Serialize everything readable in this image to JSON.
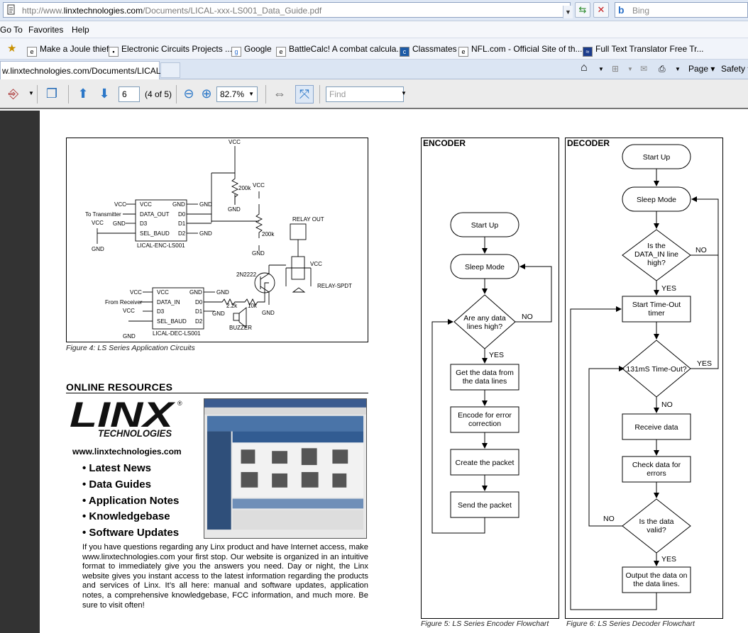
{
  "browser": {
    "address_prefix": "http://www.",
    "address_domain": "linxtechnologies.com",
    "address_path": "/Documents/LICAL-xxx-LS001_Data_Guide.pdf",
    "search_placeholder": "Bing",
    "menu": [
      "Go To",
      "Favorites",
      "Help"
    ],
    "favorites": [
      "Make a Joule thief",
      "Electronic Circuits Projects ...",
      "Google",
      "BattleCalc! A combat calcula...",
      "Classmates",
      "NFL.com - Official Site of th...",
      "Full Text Translator  Free Tr..."
    ],
    "tab_title": "w.linxtechnologies.com/Documents/LICAL-x...",
    "commands": {
      "page": "Page",
      "safety": "Safety"
    }
  },
  "pdf_toolbar": {
    "page_number": "6",
    "page_count": "(4 of 5)",
    "zoom": "82.7%",
    "find_placeholder": "Find"
  },
  "figure4": {
    "caption": "Figure 4: LS Series Application Circuits",
    "labels": {
      "vcc": "VCC",
      "gnd": "GND",
      "r200k": "200k",
      "r22k": "2.2k",
      "r10k": "10k",
      "relay_out": "RELAY OUT",
      "relay_spdt": "RELAY-SPDT",
      "transistor": "2N2222",
      "buzzer": "BUZZER",
      "to_transmitter": "To Transmitter",
      "from_receiver": "From Receiver",
      "encoder_part": "LICAL-ENC-LS001",
      "decoder_part": "LICAL-DEC-LS001",
      "enc_pins_left": [
        "VCC",
        "DATA_OUT",
        "D3",
        "SEL_BAUD"
      ],
      "enc_pins_right": [
        "GND",
        "D0",
        "D1",
        "D2"
      ],
      "dec_pins_left": [
        "VCC",
        "DATA_IN",
        "D3",
        "SEL_BAUD"
      ],
      "dec_pins_right": [
        "GND",
        "D0",
        "D1",
        "D2"
      ]
    }
  },
  "online": {
    "title": "ONLINE RESOURCES",
    "logo_line1": "LINX",
    "logo_line2": "TECHNOLOGIES",
    "logo_mark": "®",
    "url": "www.linxtechnologies.com",
    "bullets": [
      "• Latest News",
      "• Data Guides",
      "• Application Notes",
      "• Knowledgebase",
      "• Software Updates"
    ],
    "paragraph": "If you have questions regarding any Linx product and have Internet access, make www.linxtechnologies.com your first stop. Our website is organized in an intuitive format to immediately give you the answers you need. Day or night, the Linx website gives you instant access to the latest information regarding the products and services of Linx. It’s all here: manual and software updates, application notes, a comprehensive knowledgebase, FCC information, and much more.  Be sure to visit often!"
  },
  "encoder": {
    "title": "ENCODER",
    "caption": "Figure 5: LS Series Encoder Flowchart",
    "start": "Start Up",
    "sleep": "Sleep Mode",
    "decision": [
      "Are any data",
      "lines high?"
    ],
    "yes": "YES",
    "no": "NO",
    "steps": [
      [
        "Get the data from",
        "the data lines"
      ],
      [
        "Encode for error",
        "correction"
      ],
      [
        "Create the packet"
      ],
      [
        "Send the packet"
      ]
    ]
  },
  "decoder": {
    "title": "DECODER",
    "caption": "Figure 6: LS Series Decoder Flowchart",
    "start": "Start Up",
    "sleep": "Sleep Mode",
    "decision1": [
      "Is the",
      "DATA_IN line",
      "high?"
    ],
    "timer": [
      "Start Time-Out",
      "timer"
    ],
    "decision2": [
      "131mS Time-Out?"
    ],
    "receive": "Receive data",
    "check": [
      "Check data for",
      "errors"
    ],
    "decision3": [
      "Is the data",
      "valid?"
    ],
    "output": [
      "Output the data on",
      "the data lines."
    ],
    "yes": "YES",
    "no": "NO"
  }
}
